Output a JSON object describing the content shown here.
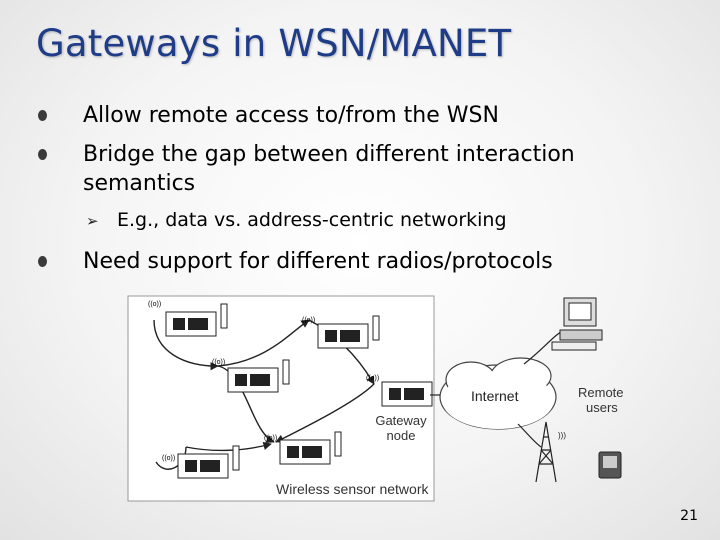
{
  "slide": {
    "title": "Gateways in WSN/MANET",
    "bullets": [
      "Allow remote access to/from the WSN",
      "Bridge the gap between different interaction semantics",
      "Need support for different radios/protocols"
    ],
    "sub_bullet": "E.g., data vs. address-centric networking",
    "page_number": "21"
  },
  "diagram": {
    "internet_label": "Internet",
    "remote_users_label": "Remote users",
    "gateway_label": "Gateway node",
    "network_label": "Wireless sensor network"
  }
}
